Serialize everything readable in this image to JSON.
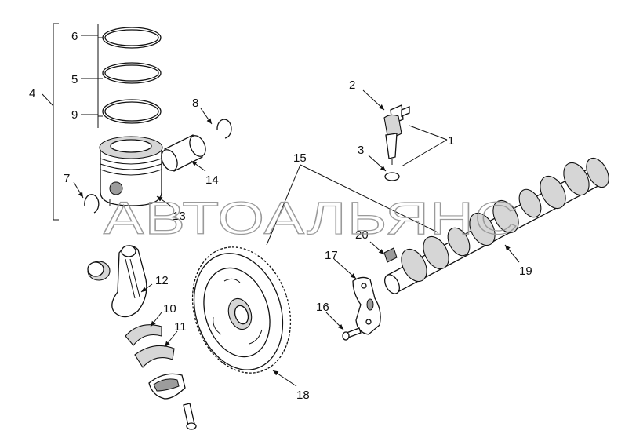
{
  "watermark": "АВТОАЛЬЯНС",
  "callouts": [
    "1",
    "2",
    "3",
    "4",
    "5",
    "6",
    "7",
    "8",
    "9",
    "10",
    "11",
    "12",
    "13",
    "14",
    "15",
    "16",
    "17",
    "18",
    "19",
    "20"
  ],
  "colors": {
    "line": "#111111",
    "watermark": "#9a9a9a",
    "background": "#ffffff"
  }
}
